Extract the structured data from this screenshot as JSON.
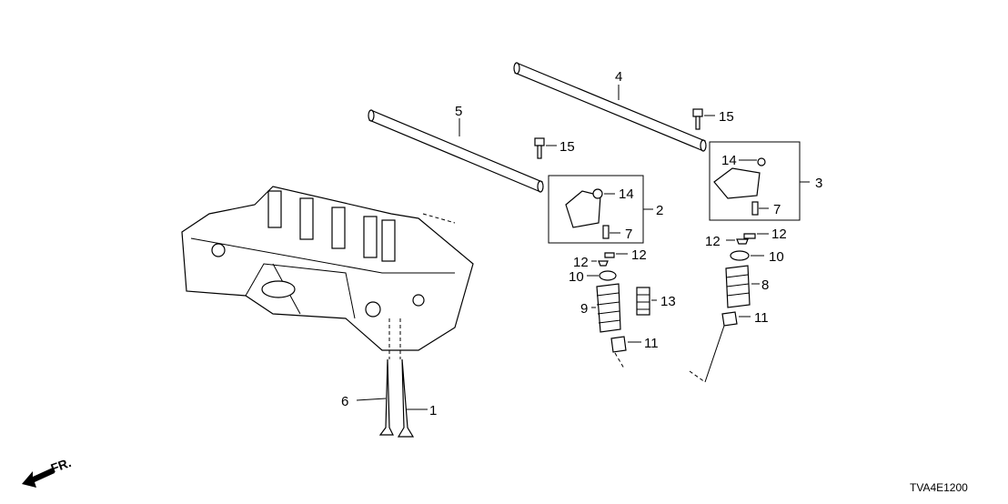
{
  "diagram": {
    "callouts": {
      "p1": "1",
      "p2": "2",
      "p3": "3",
      "p4": "4",
      "p5": "5",
      "p6": "6",
      "p7a": "7",
      "p7b": "7",
      "p8": "8",
      "p9": "9",
      "p10a": "10",
      "p10b": "10",
      "p11a": "11",
      "p11b": "11",
      "p12a": "12",
      "p12b": "12",
      "p12c": "12",
      "p12d": "12",
      "p13": "13",
      "p14a": "14",
      "p14b": "14",
      "p15a": "15",
      "p15b": "15"
    },
    "direction_label": "FR.",
    "diagram_code": "TVA4E1200"
  }
}
